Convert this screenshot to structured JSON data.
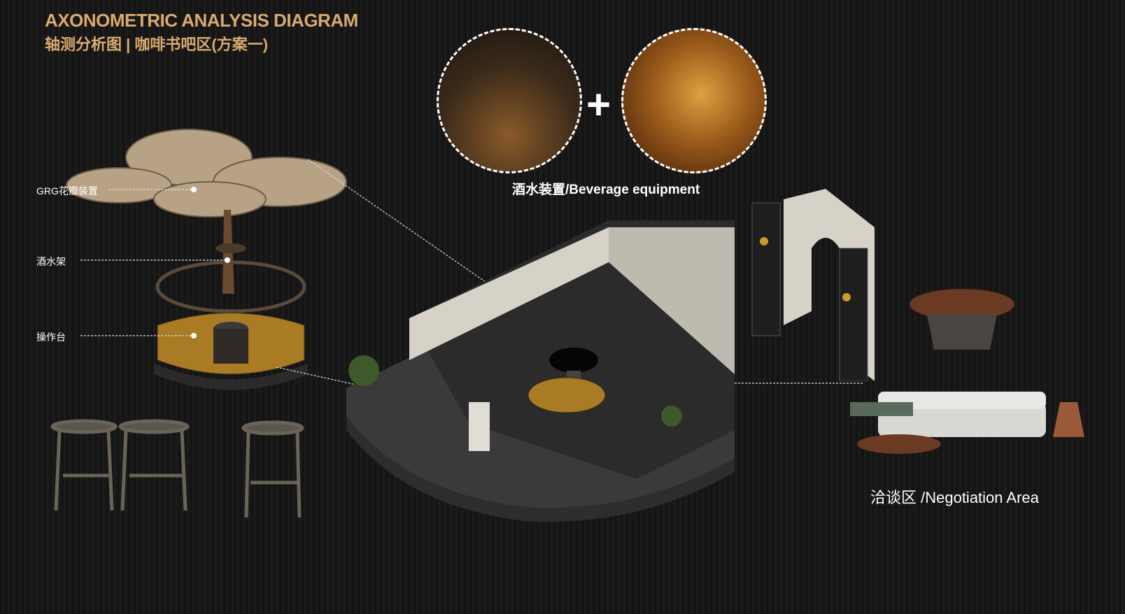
{
  "header": {
    "title": "AXONOMETRIC ANALYSIS DIAGRAM",
    "subtitle": "轴测分析图 | 咖啡书吧区(方案一)"
  },
  "callouts": {
    "petal": "GRG花瓣装置",
    "rack": "酒水架",
    "counter": "操作台"
  },
  "beverage": {
    "caption": "酒水装置/Beverage equipment",
    "plus": "+"
  },
  "negotiation": {
    "caption": "洽谈区 /Negotiation Area"
  },
  "colors": {
    "accent": "#d9aa70",
    "background": "#161616"
  }
}
